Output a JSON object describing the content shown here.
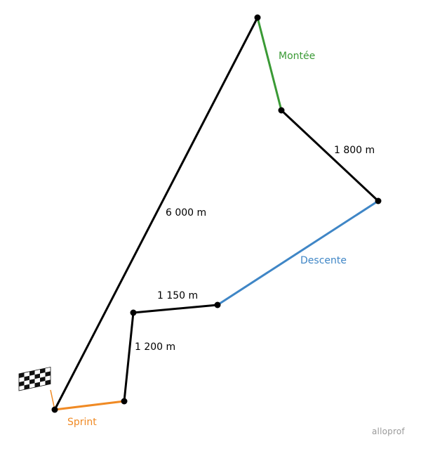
{
  "labels": {
    "long_leg": "6 000 m",
    "leg_top_right": "1 800 m",
    "leg_mid": "1 150 m",
    "leg_lower": "1 200 m",
    "climb": "Montée",
    "descent": "Descente",
    "sprint": "Sprint"
  },
  "brand": "alloprof",
  "colors": {
    "default": "#000000",
    "climb": "#3a9a35",
    "descent": "#3f86c6",
    "sprint": "#f08a24",
    "brand": "#9a9a9a"
  },
  "icons": {
    "finish": "checkered-flag-icon"
  }
}
